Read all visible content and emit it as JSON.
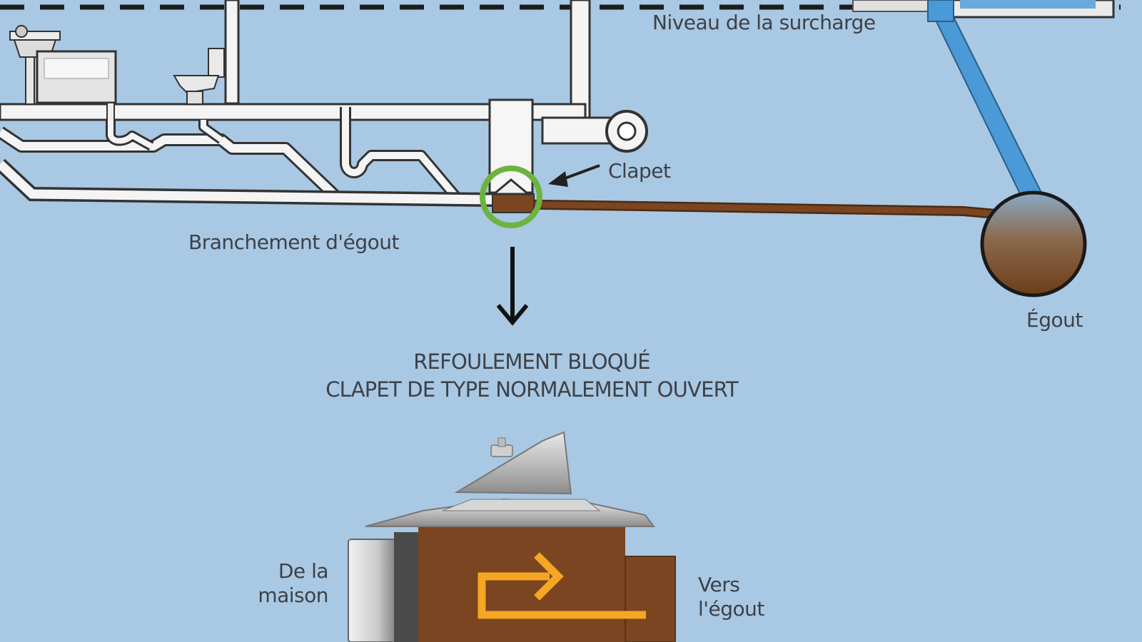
{
  "labels": {
    "surcharge": "Niveau de la surcharge",
    "clapet": "Clapet",
    "branchement": "Branchement d'égout",
    "egout": "Égout",
    "de_la_maison": [
      "De la",
      "maison"
    ],
    "vers_egout": [
      "Vers",
      "l'égout"
    ]
  },
  "caption": {
    "line1": "REFOULEMENT BLOQUÉ",
    "line2": "CLAPET DE TYPE NORMALEMENT OUVERT"
  },
  "colors": {
    "background": "#a9c8e3",
    "pipe_white": "#f4f4f4",
    "sewage_brown": "#7a4520",
    "highlight_green": "#6db33f",
    "rain_blue": "#4a9ad8",
    "arrow_orange": "#f5a623"
  }
}
